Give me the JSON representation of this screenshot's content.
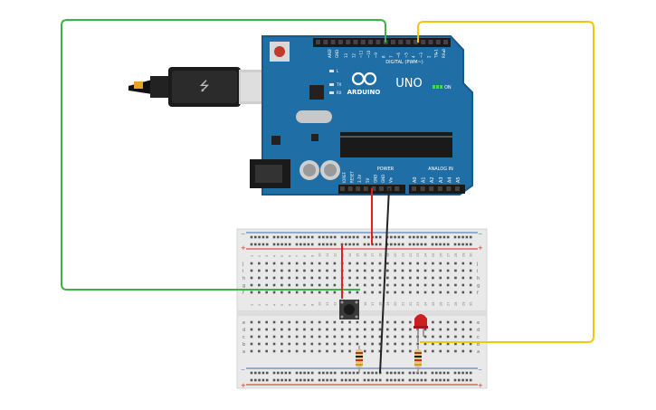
{
  "board": {
    "brand": "ARDUINO",
    "model": "UNO",
    "on_label": "ON",
    "digital_label": "DIGITAL (PWM~)",
    "analog_label": "ANALOG IN",
    "power_label": "POWER",
    "led_l": "L",
    "led_tx": "TX",
    "led_rx": "RX",
    "aref": "AREF",
    "gnd": "GND",
    "digital_pins": [
      "13",
      "12",
      "~11",
      "~10",
      "~9",
      "8",
      "7",
      "~6",
      "~5",
      "4",
      "~3",
      "2",
      "TX▸1",
      "RX◂0"
    ],
    "power_pins": [
      "IOREF",
      "RESET",
      "3.3V",
      "5V",
      "GND",
      "GND",
      "Vin"
    ],
    "analog_pins": [
      "A0",
      "A1",
      "A2",
      "A3",
      "A4",
      "A5"
    ]
  },
  "breadboard": {
    "row_letters_top": [
      "j",
      "i",
      "h",
      "g",
      "f"
    ],
    "row_letters_bottom": [
      "e",
      "d",
      "c",
      "b",
      "a"
    ],
    "rail_plus": "+",
    "rail_minus": "−",
    "column_numbers": [
      "1",
      "2",
      "3",
      "4",
      "5",
      "6",
      "7",
      "8",
      "9",
      "10",
      "11",
      "12",
      "13",
      "14",
      "15",
      "16",
      "17",
      "18",
      "19",
      "20",
      "21",
      "22",
      "23",
      "24",
      "25",
      "26",
      "27",
      "28",
      "29",
      "30"
    ]
  },
  "wires": {
    "green": "#3cb34a",
    "yellow": "#f2c80f",
    "red": "#d9251d",
    "black": "#222222"
  },
  "colors": {
    "board": "#1f6ea5",
    "board_edge": "#165a88",
    "breadboard": "#e9e9e9",
    "rail_red": "#d9251d",
    "rail_blue": "#3a6fb5",
    "led": "#cc1f1f"
  }
}
